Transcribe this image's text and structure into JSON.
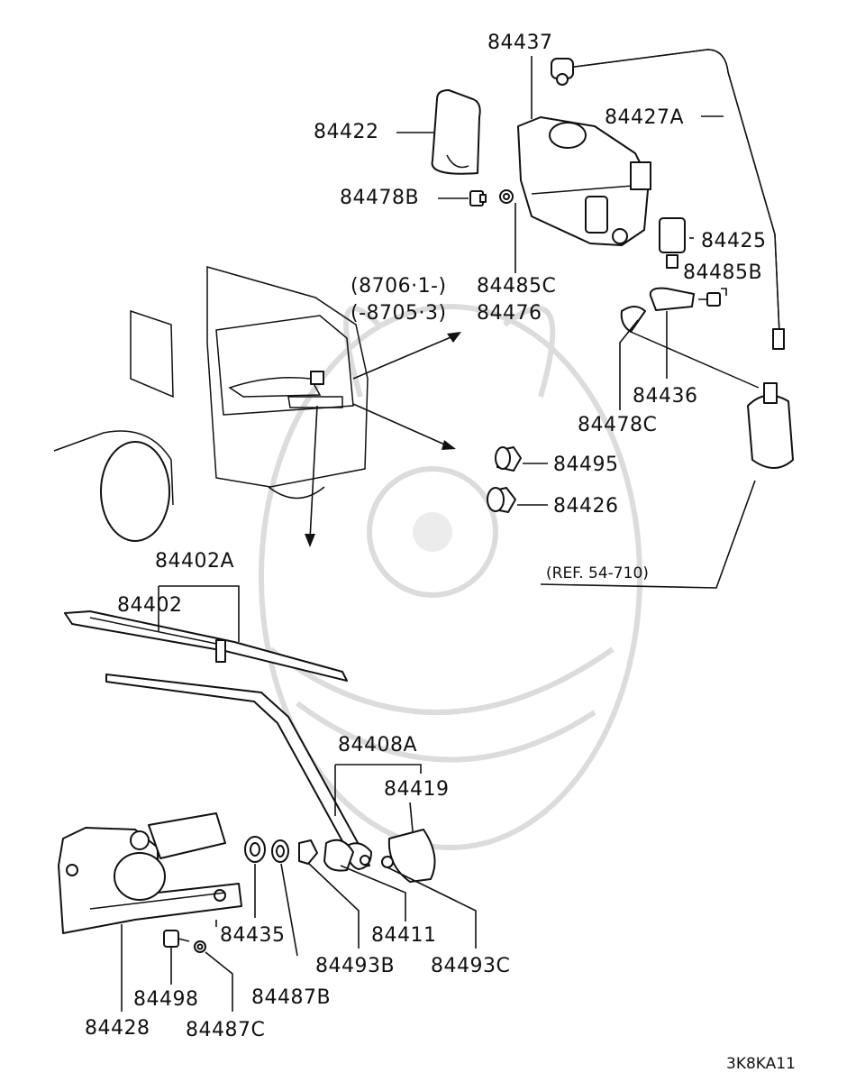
{
  "diagram": {
    "labels": {
      "p84437": "84437",
      "p84427A": "84427A",
      "p84422": "84422",
      "p84478B": "84478B",
      "p84425": "84425",
      "p84485C": "84485C",
      "p84485B": "84485B",
      "p84476": "84476",
      "date_from": "(8706·1-)",
      "date_to": "(-8705·3)",
      "p84436": "84436",
      "p84478C": "84478C",
      "p84495": "84495",
      "p84426": "84426",
      "ref": "(REF. 54-710)",
      "p84402A": "84402A",
      "p84402": "84402",
      "p84408A": "84408A",
      "p84419": "84419",
      "p84435": "84435",
      "p84411": "84411",
      "p84493B": "84493B",
      "p84493C": "84493C",
      "p84487B": "84487B",
      "p84498": "84498",
      "p84428": "84428",
      "p84487C": "84487C",
      "code": "3K8KA11"
    }
  }
}
